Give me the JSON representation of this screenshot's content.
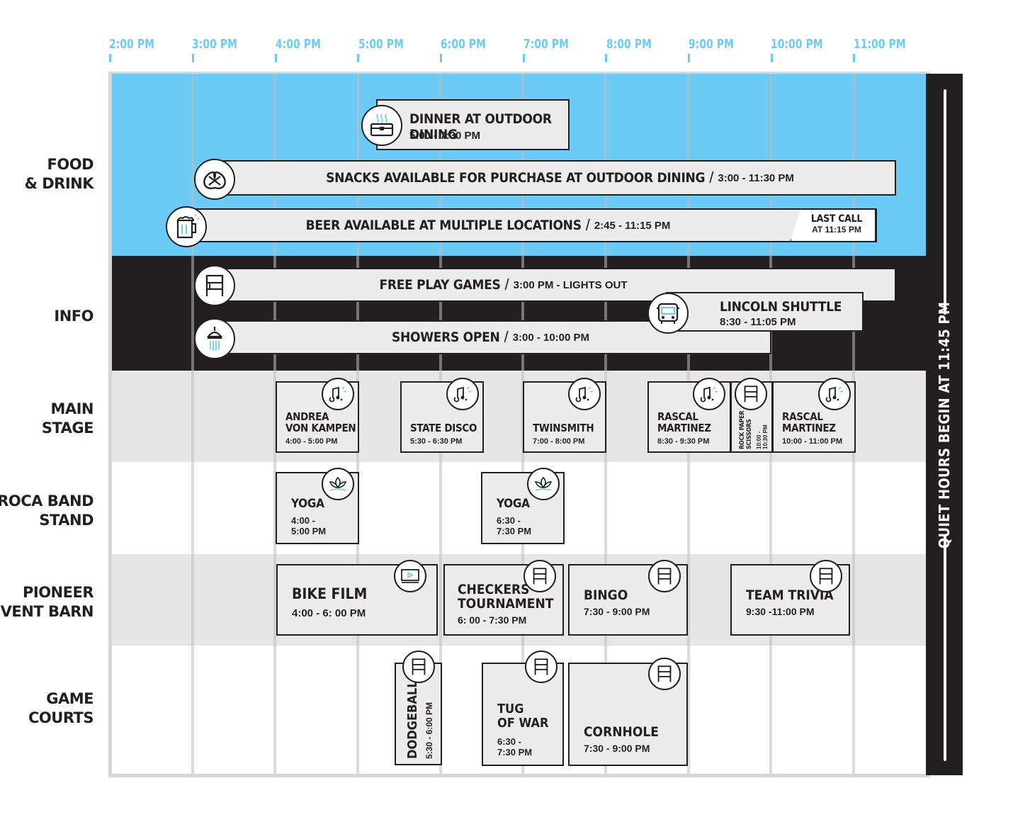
{
  "timeline": {
    "ticks": [
      "2:00 PM",
      "3:00 PM",
      "4:00 PM",
      "5:00 PM",
      "6:00 PM",
      "7:00 PM",
      "8:00 PM",
      "9:00 PM",
      "10:00 PM",
      "11:00 PM"
    ]
  },
  "rows": {
    "food_drink": "FOOD\n& DRINK",
    "info": "INFO",
    "main_stage": "MAIN\nSTAGE",
    "roca": "ROCA BAND\nSTAND",
    "pioneer": "PIONEER\nEVENT BARN",
    "game_courts": "GAME\nCOURTS"
  },
  "food": {
    "dinner": {
      "title": "DINNER AT OUTDOOR DINING",
      "time": "5:00 - 7:30 PM",
      "icon": "takeout-box-icon"
    },
    "snacks": {
      "title": "SNACKS AVAILABLE FOR PURCHASE AT OUTDOOR DINING",
      "time": "3:00 - 11:30 PM",
      "sep": "/",
      "icon": "pretzel-icon"
    },
    "beer": {
      "title": "BEER AVAILABLE AT MULTIPLE LOCATIONS",
      "time": "2:45 - 11:15 PM",
      "sep": "/",
      "icon": "beer-mug-icon",
      "last_call_1": "LAST CALL",
      "last_call_2": "AT 11:15 PM"
    }
  },
  "info": {
    "games": {
      "title": "FREE PLAY GAMES",
      "time": "3:00 PM - LIGHTS OUT",
      "sep": "/",
      "icon": "game-stand-icon"
    },
    "shuttle": {
      "title": "LINCOLN SHUTTLE",
      "time": "8:30 - 11:05 PM",
      "icon": "bus-icon"
    },
    "showers": {
      "title": "SHOWERS OPEN",
      "time": "3:00 - 10:00 PM",
      "sep": "/",
      "icon": "shower-icon"
    }
  },
  "main_stage": [
    {
      "title": "ANDREA\nVON KAMPEN",
      "time": "4:00 - 5:00 PM"
    },
    {
      "title": "STATE DISCO",
      "time": "5:30 - 6:30 PM"
    },
    {
      "title": "TWINSMITH",
      "time": "7:00 - 8:00 PM"
    },
    {
      "title": "RASCAL\nMARTINEZ",
      "time": "8:30 - 9:30 PM"
    },
    {
      "title": "ROCK PAPER\nSCISSORS",
      "time": "10:00 -\n10:30 PM"
    },
    {
      "title": "RASCAL\nMARTINEZ",
      "time": "10:00 - 11:00 PM"
    }
  ],
  "roca": [
    {
      "title": "YOGA",
      "time": "4:00 -\n5:00 PM"
    },
    {
      "title": "YOGA",
      "time": "6:30 -\n7:30 PM"
    }
  ],
  "pioneer": [
    {
      "title": "BIKE FILM",
      "time": "4:00 - 6: 00 PM"
    },
    {
      "title": "CHECKERS\nTOURNAMENT",
      "time": "6: 00 - 7:30 PM"
    },
    {
      "title": "BINGO",
      "time": "7:30 - 9:00 PM"
    },
    {
      "title": "TEAM TRIVIA",
      "time": "9:30 -11:00 PM"
    }
  ],
  "courts": [
    {
      "title": "DODGEBALL",
      "time": "5:30 - 6:00 PM"
    },
    {
      "title": "TUG\nOF WAR",
      "time": "6:30 -\n7:30 PM"
    },
    {
      "title": "CORNHOLE",
      "time": "7:30 - 9:00 PM"
    }
  ],
  "quiet": "QUIET HOURS BEGIN AT 11:45 PM",
  "colors": {
    "food_band": "#6ccbf4",
    "info_band": "#231f20",
    "stage_band": "#e6e6e6",
    "barn_band": "#e6e6e6",
    "tick": "#6ccbf4",
    "card": "#ececec"
  }
}
